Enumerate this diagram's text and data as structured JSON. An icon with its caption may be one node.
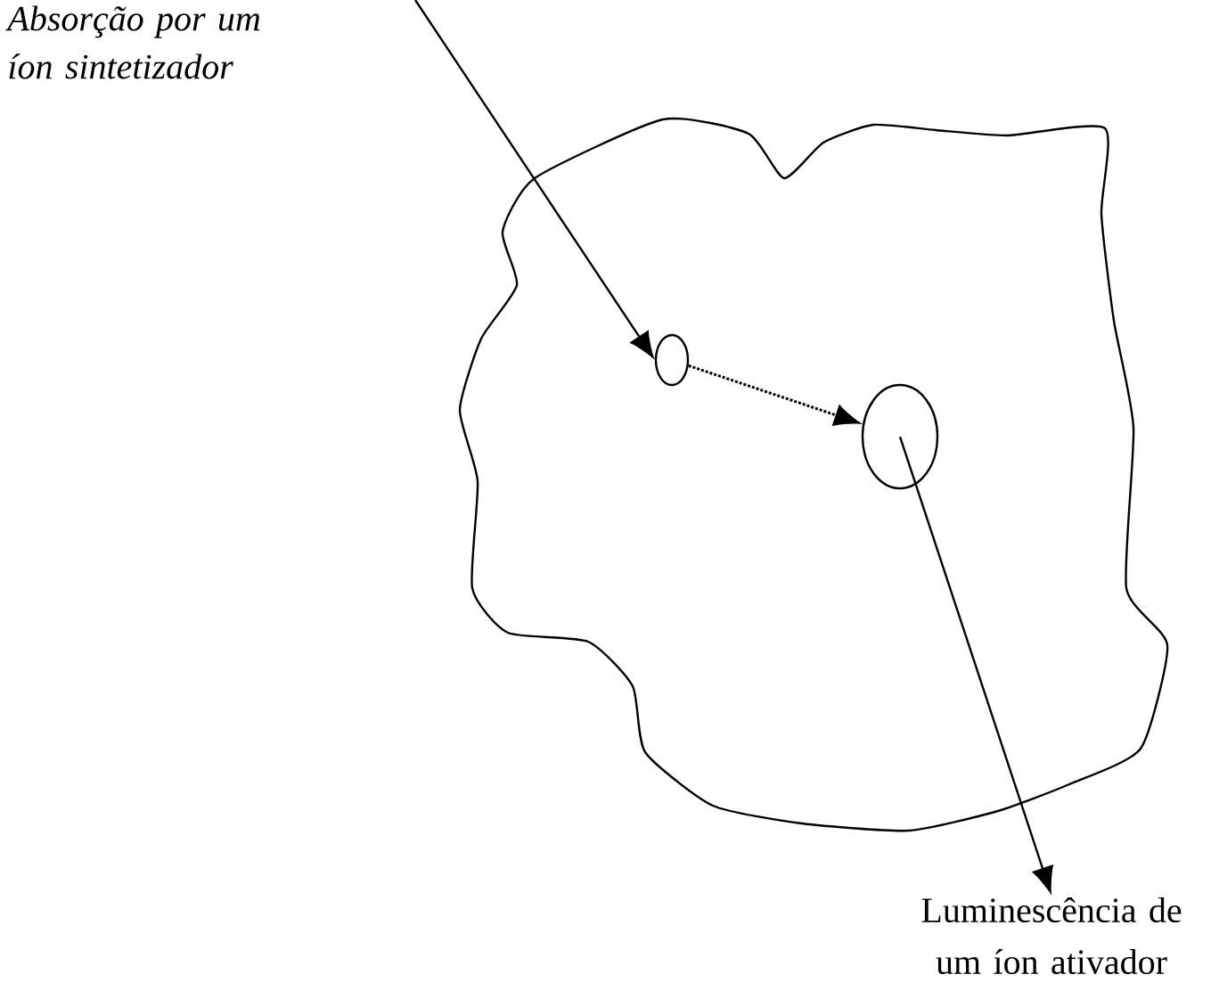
{
  "diagram": {
    "nodes": [
      {
        "text": [],
        "shape": "blob"
      },
      {
        "text": [],
        "shape": "ellipse",
        "in": 0
      },
      {
        "text": [],
        "shape": "ellipse",
        "in": 0
      },
      {
        "text": [
          "Luminescência de um íon ativador"
        ]
      }
    ],
    "edges": [
      {
        "from": null,
        "to": 1,
        "arrow": "to"
      },
      {
        "from": 1,
        "to": 2,
        "arrow": "to",
        "style": "dashed"
      },
      {
        "from": 2,
        "to": 3,
        "arrow": "to"
      }
    ],
    "labels": [
      "Absorção por um íon sintetizador"
    ]
  }
}
